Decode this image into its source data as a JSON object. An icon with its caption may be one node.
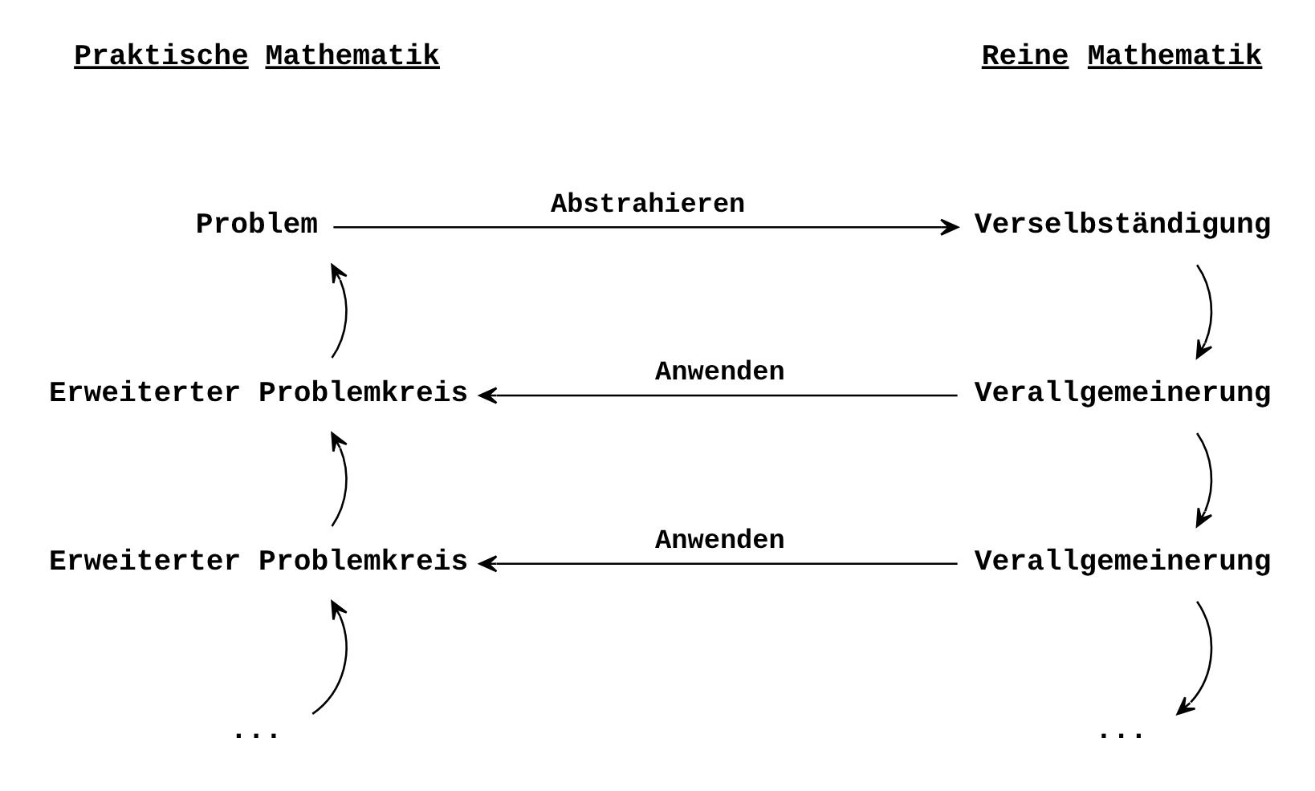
{
  "diagram": {
    "nodes": [
      {
        "text": [
          "Problem"
        ]
      },
      {
        "text": [
          "Erweiterter Problemkreis"
        ]
      },
      {
        "text": [
          "Erweiterter Problemkreis"
        ]
      },
      {
        "text": [
          "..."
        ]
      },
      {
        "text": [
          "Verselbständigung"
        ]
      },
      {
        "text": [
          "Verallgemeinerung"
        ]
      },
      {
        "text": [
          "Verallgemeinerung"
        ]
      },
      {
        "text": [
          "..."
        ]
      }
    ],
    "edges": [
      {
        "from": 1,
        "to": 0,
        "arrow": "to"
      },
      {
        "from": 2,
        "to": 1,
        "arrow": "to"
      },
      {
        "from": 3,
        "to": 2,
        "arrow": "to"
      },
      {
        "from": 0,
        "to": 4,
        "arrow": "to",
        "label": "Abstrahieren"
      },
      {
        "from": 4,
        "to": 5,
        "arrow": "to"
      },
      {
        "from": 5,
        "to": 6,
        "arrow": "to"
      },
      {
        "from": 6,
        "to": 7,
        "arrow": "to"
      },
      {
        "from": 5,
        "to": 1,
        "arrow": "to",
        "label": "Anwenden"
      },
      {
        "from": 6,
        "to": 2,
        "arrow": "to",
        "label": "Anwenden"
      }
    ],
    "labels": [
      "Praktische Mathematik",
      "Reine Mathematik"
    ]
  }
}
